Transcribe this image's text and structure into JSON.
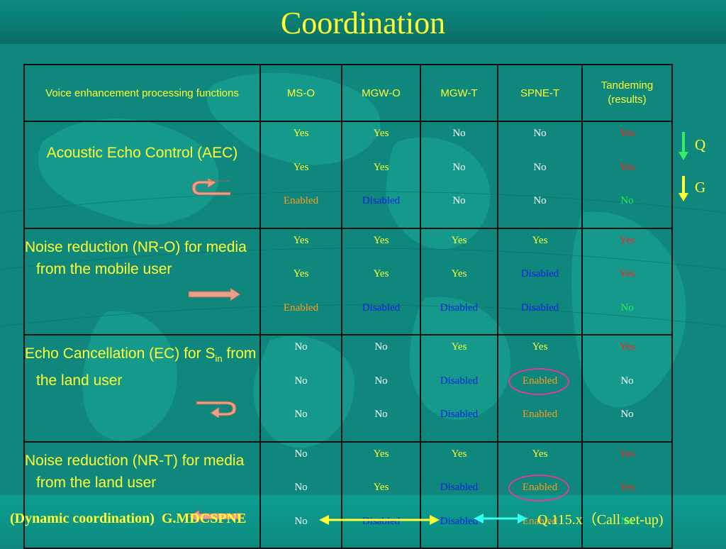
{
  "title": "Coordination",
  "table": {
    "headers": [
      "Voice enhancement processing functions",
      "MS-O",
      "MGW-O",
      "MGW-T",
      "SPNE-T",
      "Tandeming (results)"
    ],
    "rows": [
      {
        "function": "Acoustic Echo Control (AEC)",
        "values": [
          [
            "Yes",
            "Yes",
            "Enabled"
          ],
          [
            "Yes",
            "Yes",
            "Disabled"
          ],
          [
            "No",
            "No",
            "No"
          ],
          [
            "No",
            "No",
            "No"
          ],
          [
            "Yes",
            "Yes",
            "No"
          ]
        ]
      },
      {
        "function": "Noise reduction (NR-O) for media from the mobile user",
        "values": [
          [
            "Yes",
            "Yes",
            "Enabled"
          ],
          [
            "Yes",
            "Yes",
            "Disabled"
          ],
          [
            "Yes",
            "Yes",
            "Disabled"
          ],
          [
            "Yes",
            "Disabled",
            "Disabled"
          ],
          [
            "Yes",
            "Yes",
            "No"
          ]
        ]
      },
      {
        "function_pre": "Echo Cancellation (EC) for S",
        "function_sub": "in",
        "function_post": " from the land user",
        "values": [
          [
            "No",
            "No",
            "No"
          ],
          [
            "No",
            "No",
            "No"
          ],
          [
            "Yes",
            "Disabled",
            "Disabled"
          ],
          [
            "Yes",
            "Enabled",
            "Enabled"
          ],
          [
            "Yes",
            "No",
            "No"
          ]
        ]
      },
      {
        "function": "Noise reduction (NR-T) for media from the land user",
        "values": [
          [
            "No",
            "No",
            "No"
          ],
          [
            "Yes",
            "Yes",
            "Disabled"
          ],
          [
            "Yes",
            "Disabled",
            "Disabled"
          ],
          [
            "Yes",
            "Enabled",
            "Enabled"
          ],
          [
            "Yes",
            "Yes",
            "No"
          ]
        ]
      }
    ]
  },
  "side_labels": {
    "q": "Q",
    "g": "G"
  },
  "footer": {
    "left": "(Dynamic coordination)  G.MDCSPNE",
    "right": "Q.115.x（Call set-up)"
  },
  "colors": {
    "background": "#0f877c",
    "title": "#ffff33",
    "yes": "#ffff33",
    "no": "#ffffff",
    "enabled": "#ff9a1a",
    "disabled": "#0a1ee6",
    "tandem_yes": "#ff2020",
    "tandem_no": "#22ee55",
    "highlight_ring": "#e23d8f",
    "arrow_fill": "#e8a188"
  }
}
